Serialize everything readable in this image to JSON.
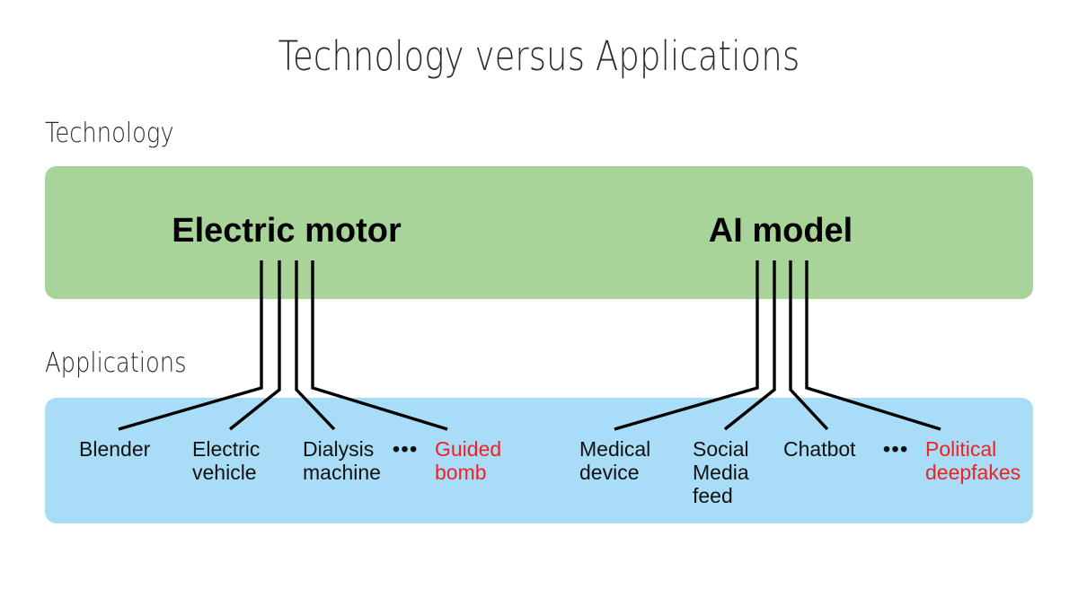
{
  "slide": {
    "title": "Technology versus Applications",
    "background": "#ffffff"
  },
  "sections": {
    "technology": {
      "caption": "Technology",
      "band_color": "#a8d49a"
    },
    "applications": {
      "caption": "Applications",
      "band_color": "#a8dcf7"
    }
  },
  "colors": {
    "technology_green": "#a8d49a",
    "applications_blue": "#a8dcf7",
    "highlight_red": "#ee2222",
    "text_black": "#111111",
    "connector_black": "#000000"
  },
  "groups": [
    {
      "technology": "Electric motor",
      "ellipsis": "•••",
      "applications": [
        {
          "label": "Blender",
          "highlight": false
        },
        {
          "label": "Electric\nvehicle",
          "highlight": false
        },
        {
          "label": "Dialysis\nmachine",
          "highlight": false
        },
        {
          "label": "Guided\nbomb",
          "highlight": true
        }
      ]
    },
    {
      "technology": "AI model",
      "ellipsis": "•••",
      "applications": [
        {
          "label": "Medical\ndevice",
          "highlight": false
        },
        {
          "label": "Social\nMedia\nfeed",
          "highlight": false
        },
        {
          "label": "Chatbot",
          "highlight": false
        },
        {
          "label": "Political\ndeepfakes",
          "highlight": true
        }
      ]
    }
  ]
}
